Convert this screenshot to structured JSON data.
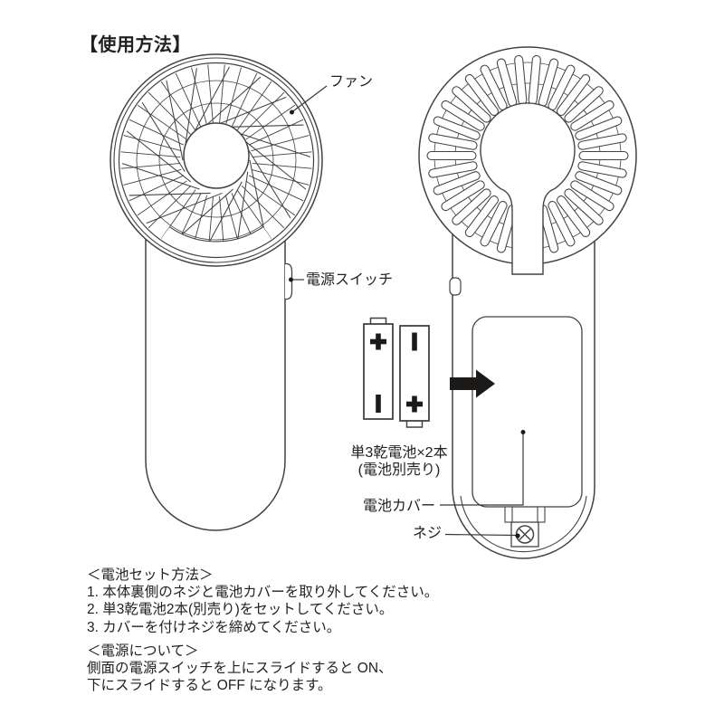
{
  "title": "【使用方法】",
  "colors": {
    "line_art": "#474140",
    "text": "#232020",
    "arrow_black": "#1c1a19"
  },
  "front_view": {
    "fan_label": "ファン",
    "power_switch_label": "電源スイッチ"
  },
  "back_view": {
    "battery_qty_line1": "単3乾電池×2本",
    "battery_qty_line2": "(電池別売り)",
    "battery_cover_label": "電池カバー",
    "screw_label": "ネジ",
    "battery_terminals": [
      "+",
      "−"
    ]
  },
  "battery_set_section": {
    "heading": "＜電池セット方法＞",
    "steps": [
      "1. 本体裏側のネジと電池カバーを取り外してください。",
      "2. 単3乾電池2本(別売り)をセットしてください。",
      "3. カバーを付けネジを締めてください。"
    ]
  },
  "power_section": {
    "heading": "＜電源について＞",
    "lines": [
      "側面の電源スイッチを上にスライドすると ON、",
      "下にスライドすると OFF になります。"
    ]
  }
}
